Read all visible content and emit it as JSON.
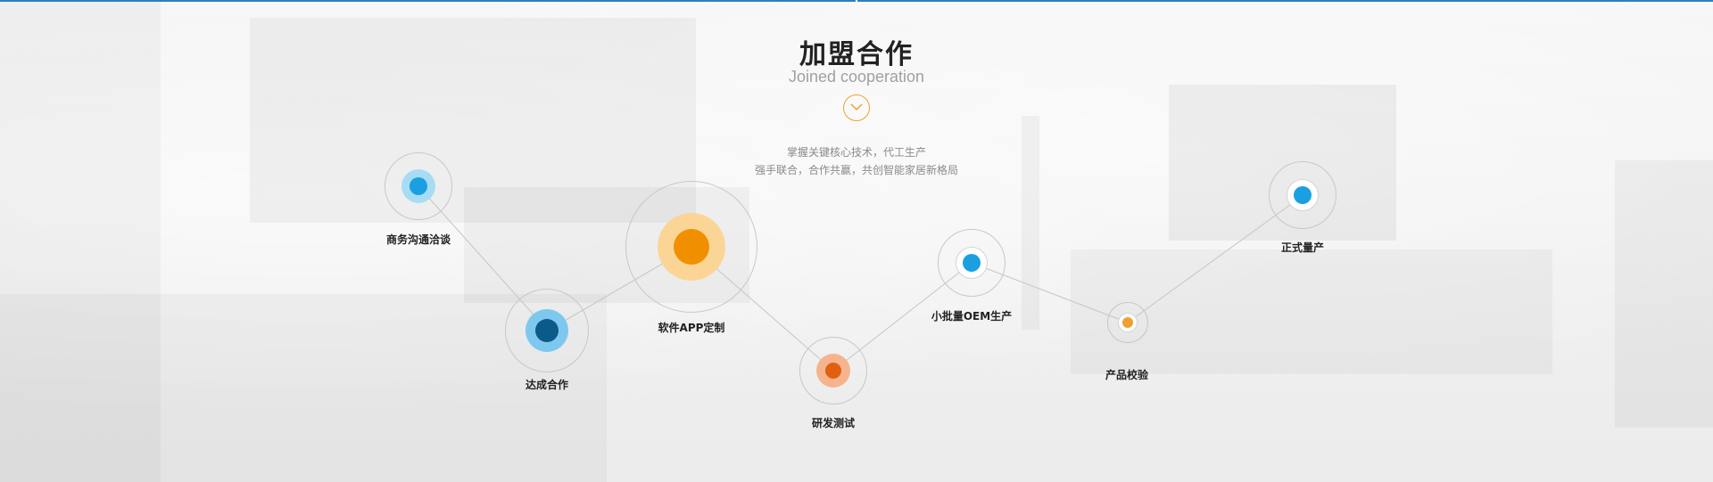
{
  "section": {
    "title": "加盟合作",
    "subtitle": "Joined cooperation",
    "arrow_icon": "chevron-down-icon",
    "accent_color": "#f0a030",
    "description_line1": "掌握关键核心技术，代工生产",
    "description_line2": "强手联合，合作共赢，共创智能家居新格局"
  },
  "steps": [
    {
      "label": "商务沟通洽谈",
      "dot_color": "#1aa0e0",
      "halo_color": "#a8dcf4"
    },
    {
      "label": "达成合作",
      "dot_color": "#0a5a8a",
      "halo_color": "#7ec8f0"
    },
    {
      "label": "软件APP定制",
      "dot_color": "#f09000",
      "halo_color": "#fbd596"
    },
    {
      "label": "研发测试",
      "dot_color": "#e06010",
      "halo_color": "#f6b48e"
    },
    {
      "label": "小批量OEM生产",
      "dot_color": "#1aa0e0",
      "halo_color": "#ffffff"
    },
    {
      "label": "产品校验",
      "dot_color": "#f0a030",
      "halo_color": "#ffffff"
    },
    {
      "label": "正式量产",
      "dot_color": "#1aa0e0",
      "halo_color": "#ffffff"
    }
  ]
}
